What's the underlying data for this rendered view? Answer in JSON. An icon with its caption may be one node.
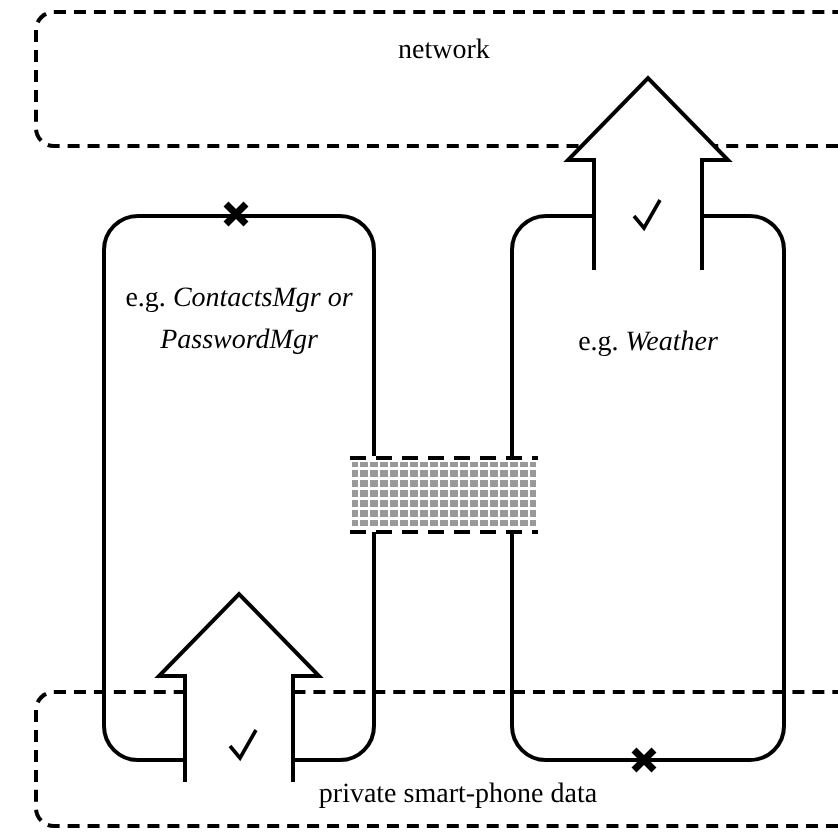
{
  "diagram": {
    "nodes": [
      {
        "text": [
          "network"
        ]
      },
      {
        "text": [
          "e.g. *ContactsMgr or PasswordMgr*"
        ]
      },
      {
        "text": [
          "e.g. *Weather*"
        ]
      },
      {
        "text": [
          "private smart-phone data"
        ]
      }
    ],
    "edges": [
      {
        "from": 3,
        "to": 1,
        "arrow": "to"
      },
      {
        "from": 2,
        "to": 0,
        "arrow": "to"
      }
    ]
  }
}
